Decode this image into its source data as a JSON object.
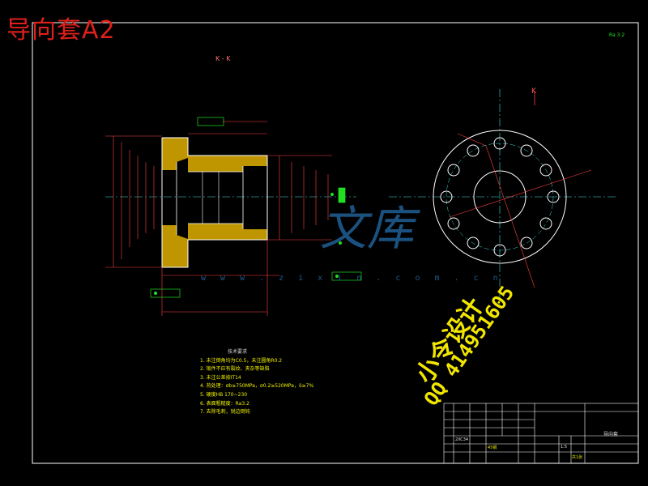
{
  "drawing": {
    "title": "导向套A2",
    "section_label": "K - K",
    "view_mark": "K",
    "roughness_note": "Ra 3.2"
  },
  "watermarks": {
    "brand": "文库",
    "url": "w w w . z i x i n . c o m . c n",
    "designer": "小令设计",
    "qq": "QQ 414951605"
  },
  "tech_notes": {
    "heading": "技术要求",
    "items": [
      "1. 未注倒角均为C0.5，未注圆角R0.2",
      "2. 锻件不应有裂纹、夹杂等缺陷",
      "3. 未注公差按IT14",
      "4. 热处理：σb≥750MPa，σ0.2≥520MPa，δ≥7%",
      "5. 硬度HB 170~230",
      "6. 表面粗糙度：Ra3.2",
      "7. 去除毛刺，锐边倒钝"
    ]
  },
  "title_block": {
    "part_name": "导向套",
    "scale": "1:5",
    "sheet": "共1张",
    "material": "45钢",
    "code": "2XC34"
  },
  "colors": {
    "frame": "#ffffff",
    "part": "#ffffff",
    "hatch": "#f0c000",
    "centerline": "#40e0e0",
    "dimension": "#ff4040",
    "annotation": "#20e020"
  }
}
